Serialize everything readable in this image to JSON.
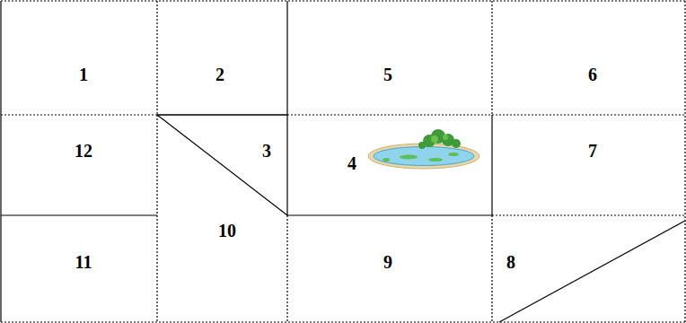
{
  "diagram": {
    "labels": [
      "1",
      "2",
      "5",
      "6",
      "12",
      "3",
      "4",
      "7",
      "10",
      "11",
      "9",
      "8"
    ]
  }
}
